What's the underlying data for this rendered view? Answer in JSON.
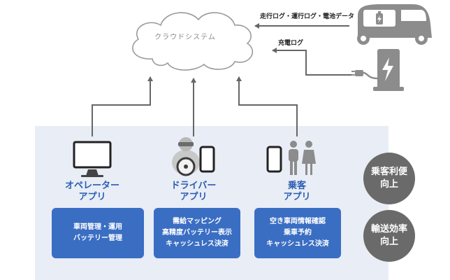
{
  "cloud": {
    "label": "クラウドシステム"
  },
  "logs": {
    "vehicle": "走行ログ・運行ログ・電池データ",
    "charger": "充電ログ"
  },
  "apps": [
    {
      "title_line1": "オペレーター",
      "title_line2": "アプリ",
      "features": [
        "車両管理・運用",
        "バッテリー管理"
      ],
      "icon": "desktop-monitor-icon"
    },
    {
      "title_line1": "ドライバー",
      "title_line2": "アプリ",
      "features": [
        "需給マッピング",
        "高精度バッテリー表示",
        "キャッシュレス決済"
      ],
      "icon": "driver-and-smartphone-icon"
    },
    {
      "title_line1": "乗客",
      "title_line2": "アプリ",
      "features": [
        "空き車両情報確認",
        "乗車予約",
        "キャッシュレス決済"
      ],
      "icon": "passengers-and-smartphone-icon"
    }
  ],
  "benefits": [
    {
      "line1": "乗客利便",
      "line2": "向上"
    },
    {
      "line1": "輸送効率",
      "line2": "向上"
    }
  ],
  "colors": {
    "panel": "#e8edf6",
    "accent": "#2a5db0",
    "box": "#3a6ec3",
    "badge": "#6a6a6a",
    "connector": "#666666"
  }
}
